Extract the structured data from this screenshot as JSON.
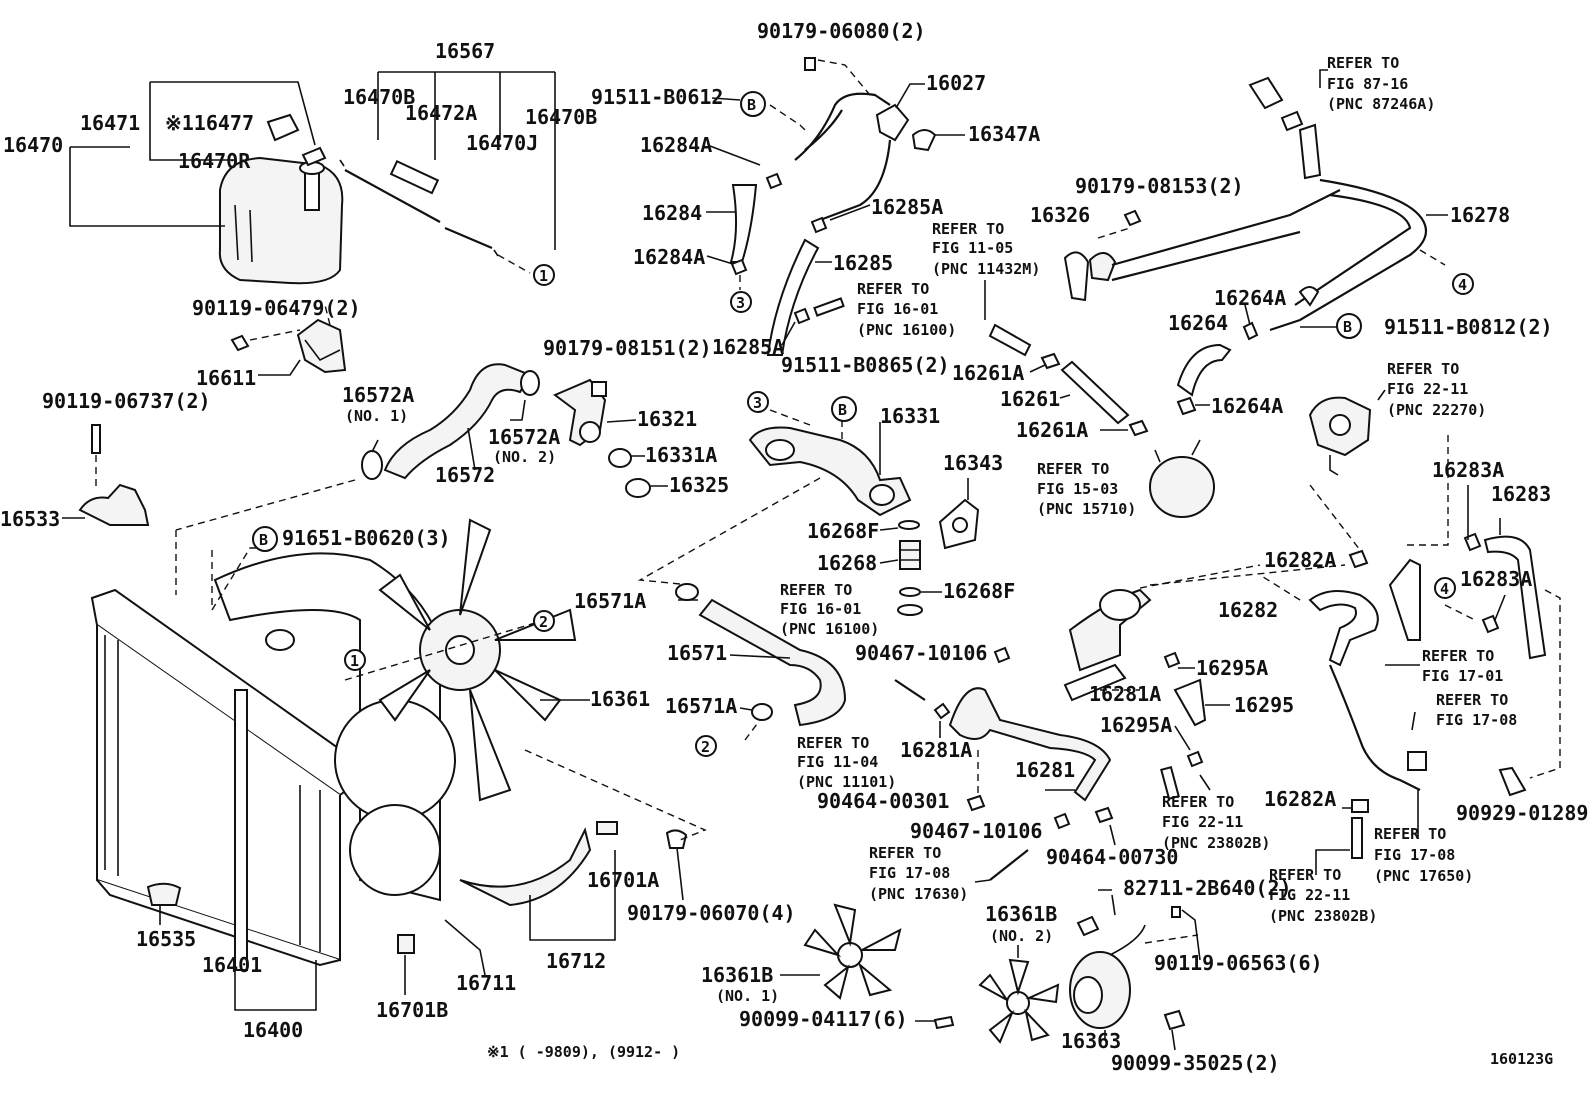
{
  "labels": {
    "p16567": "16567",
    "p16470": "16470",
    "p16471": "16471",
    "p16477": "※116477",
    "p16470B_a": "16470B",
    "p16472A": "16472A",
    "p16470J": "16470J",
    "p16470B_b": "16470B",
    "p16470R": "16470R",
    "p90119_06479": "90119-06479(2)",
    "p16611": "16611",
    "p90119_06737": "90119-06737(2)",
    "p16533": "16533",
    "p16572A_1": "16572A",
    "p16572A_1n": "(NO. 1)",
    "p16572": "16572",
    "p16572A_2": "16572A",
    "p16572A_2n": "(NO. 2)",
    "p90179_08151": "90179-08151(2)",
    "p16321": "16321",
    "p16331A": "16331A",
    "p16325": "16325",
    "p91651": "91651-B0620(3)",
    "p16361": "16361",
    "p16535": "16535",
    "p16401": "16401",
    "p16400": "16400",
    "p16701B": "16701B",
    "p16711": "16711",
    "p16712": "16712",
    "p16701A": "16701A",
    "p90179_06070": "90179-06070(4)",
    "p90179_06080": "90179-06080(2)",
    "p91511_B0612": "91511-B0612",
    "p16027": "16027",
    "p16347A": "16347A",
    "p16284A_a": "16284A",
    "p16284": "16284",
    "p16284A_b": "16284A",
    "p16285A_a": "16285A",
    "p16285": "16285",
    "p16285A_b": "16285A",
    "ref1601a_1": "REFER TO",
    "ref1601a_2": "FIG 16-01",
    "ref1601a_3": "(PNC 16100)",
    "p91511_B0865": "91511-B0865(2)",
    "p16331": "16331",
    "p16343": "16343",
    "p16268F_a": "16268F",
    "p16268": "16268",
    "p16268F_b": "16268F",
    "ref1601b_1": "REFER TO",
    "ref1601b_2": "FIG 16-01",
    "ref1601b_3": "(PNC 16100)",
    "p16571A_a": "16571A",
    "p16571": "16571",
    "p16571A_b": "16571A",
    "ref1104_1": "REFER TO",
    "ref1104_2": "FIG 11-04",
    "ref1104_3": "(PNC 11101)",
    "p90467_10106a": "90467-10106",
    "p16281A_a": "16281A",
    "p90464_00301": "90464-00301",
    "p90467_10106b": "90467-10106",
    "p16281": "16281",
    "p90464_00730": "90464-00730",
    "p16281A_b": "16281A",
    "p16295A_a": "16295A",
    "p16295": "16295",
    "p16295A_b": "16295A",
    "ref2211a_1": "REFER TO",
    "ref2211a_2": "FIG 22-11",
    "ref2211a_3": "(PNC 23802B)",
    "ref1708a_1": "REFER TO",
    "ref1708a_2": "FIG 17-08",
    "ref1708a_3": "(PNC 17630)",
    "p16361B_1": "16361B",
    "p16361B_1n": "(NO. 1)",
    "p90099_04117": "90099-04117(6)",
    "p16361B_2": "16361B",
    "p16361B_2n": "(NO. 2)",
    "p82711": "82711-2B640(2)",
    "p90119_06563": "90119-06563(6)",
    "p16363": "16363",
    "p90099_35025": "90099-35025(2)",
    "ref1105_1": "REFER TO",
    "ref1105_2": "FIG 11-05",
    "ref1105_3": "(PNC 11432M)",
    "p16326": "16326",
    "p90179_08153": "90179-08153(2)",
    "p16278": "16278",
    "ref8716_1": "REFER TO",
    "ref8716_2": "FIG 87-16",
    "ref8716_3": "(PNC 87246A)",
    "p16264A_a": "16264A",
    "p16264": "16264",
    "p16264A_b": "16264A",
    "p91511_B0812": "91511-B0812(2)",
    "p16261A_a": "16261A",
    "p16261": "16261",
    "p16261A_b": "16261A",
    "ref1503_1": "REFER TO",
    "ref1503_2": "FIG 15-03",
    "ref1503_3": "(PNC 15710)",
    "ref2211b_1": "REFER TO",
    "ref2211b_2": "FIG 22-11",
    "ref2211b_3": "(PNC 22270)",
    "p16283A_a": "16283A",
    "p16283": "16283",
    "p16282A_a": "16282A",
    "p16282": "16282",
    "p16283A_b": "16283A",
    "ref1701_1": "REFER TO",
    "ref1701_2": "FIG 17-01",
    "ref1708b_1": "REFER TO",
    "ref1708b_2": "FIG 17-08",
    "p90929_01289": "90929-01289",
    "p16282A_b": "16282A",
    "ref1708c_1": "REFER TO",
    "ref1708c_2": "FIG 17-08",
    "ref1708c_3": "(PNC 17650)",
    "ref2211c_1": "REFER TO",
    "ref2211c_2": "FIG 22-11",
    "ref2211c_3": "(PNC 23802B)",
    "footnote": "※1 (    -9809), (9912-    )",
    "figure_id": "160123G"
  },
  "markers": {
    "B": "B",
    "n1": "1",
    "n2": "2",
    "n3": "3",
    "n4": "4"
  }
}
